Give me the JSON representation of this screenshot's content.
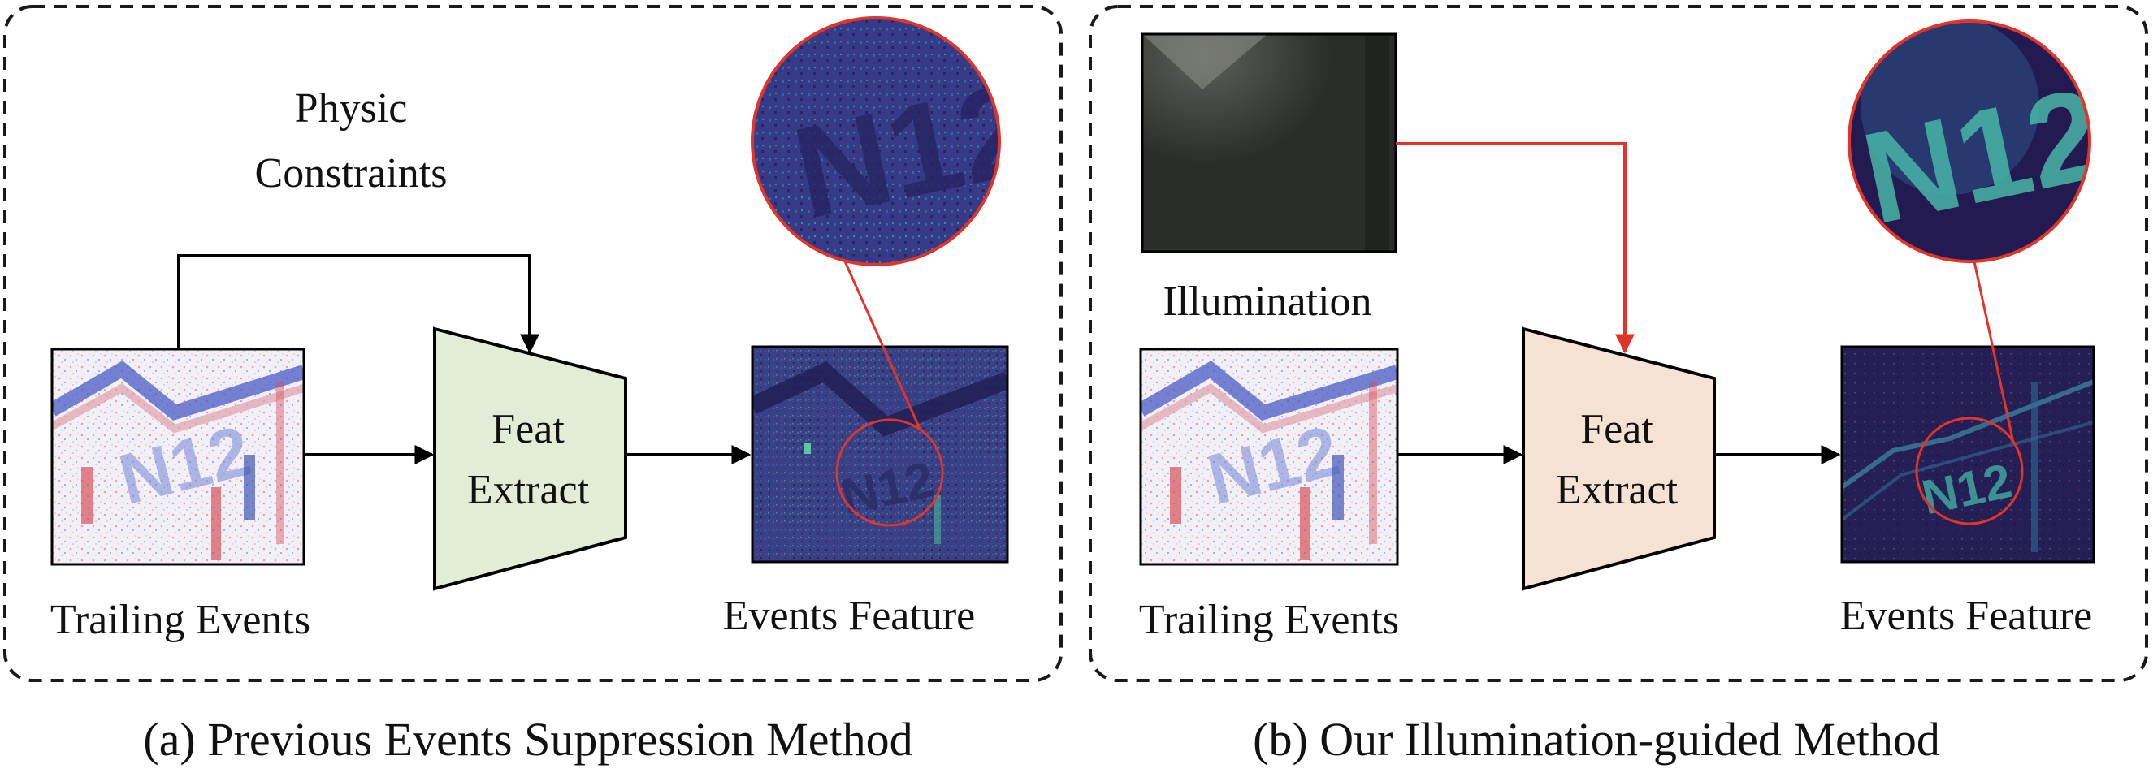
{
  "colors": {
    "panel_border": "#1a1a1a",
    "arrow_black": "#000000",
    "arrow_red": "#e0352b",
    "zoom_circle": "#e0352b",
    "extractor_a_fill": "#e3ecd6",
    "extractor_b_fill": "#f6e1d5",
    "event_red": "#d9505a",
    "event_blue": "#4257b8",
    "feature_dark": "#2d2a6c",
    "feature_teal": "#3fa6a0",
    "illumination_bg": "#2b2d2a"
  },
  "panel_a": {
    "caption": "(a) Previous Events Suppression Method",
    "constraint_label_line1": "Physic",
    "constraint_label_line2": "Constraints",
    "input_label": "Trailing Events",
    "extractor_line1": "Feat",
    "extractor_line2": "Extract",
    "output_label": "Events Feature",
    "image_text": "N12"
  },
  "panel_b": {
    "caption": "(b) Our Illumination-guided Method",
    "illumination_label": "Illumination",
    "input_label": "Trailing Events",
    "extractor_line1": "Feat",
    "extractor_line2": "Extract",
    "output_label": "Events Feature",
    "image_text": "N12"
  }
}
